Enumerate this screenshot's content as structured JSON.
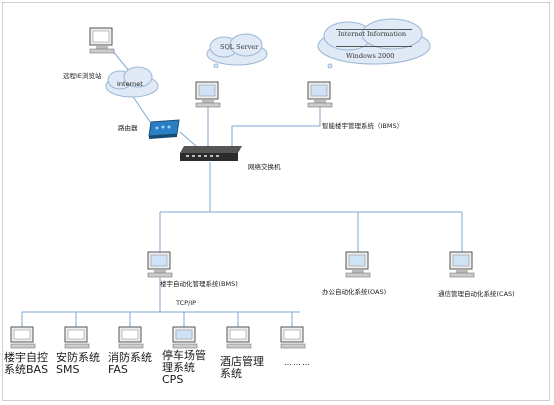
{
  "nodes": {
    "remote_ie": "远程IE浏览站",
    "internet": "Internet",
    "sql_server": "SQL Server",
    "iis_line1": "Internet Information",
    "iis_line2": "Windows 2000",
    "router": "路由器",
    "ibms": "智能楼宇管理系统（IBMS）",
    "switch": "网络交换机",
    "bms": "楼宇自动化管理系统(BMS)",
    "oas": "办公自动化系统(OAS)",
    "cas": "通信管理自动化系统(CAS)",
    "tcpip": "TCP/IP"
  },
  "subsystems": [
    {
      "line1": "楼宇自控",
      "line2": "系统BAS"
    },
    {
      "line1": "安防系统",
      "line2": "SMS"
    },
    {
      "line1": "消防系统",
      "line2": "FAS"
    },
    {
      "line1": "停车场管",
      "line2": "理系统",
      "line3": "CPS"
    },
    {
      "line1": "酒店管理",
      "line2": "系统"
    }
  ],
  "ellipsis": "………",
  "colors": {
    "wire": "#7fa7d1",
    "cloud_fill": "#dfeaf6",
    "cloud_stroke": "#9bb6d4",
    "router_fill": "#2a7fc4",
    "switch_fill": "#2b2b2b"
  }
}
